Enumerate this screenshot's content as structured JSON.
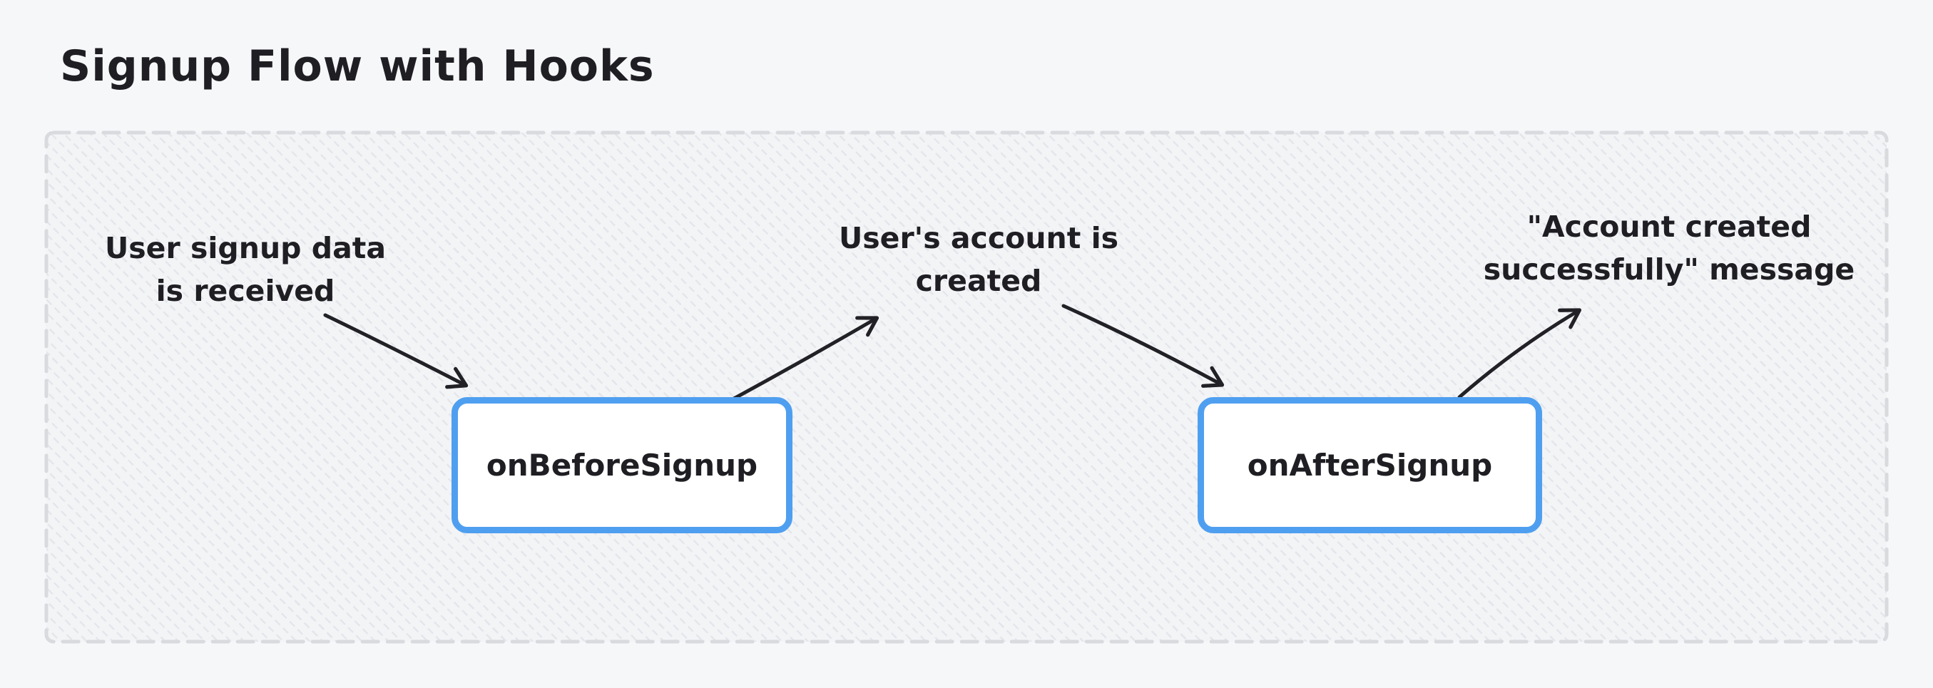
{
  "title": "Signup Flow with Hooks",
  "diagram": {
    "annotations": [
      {
        "id": "signup-data-received",
        "text": "User signup data\nis received"
      },
      {
        "id": "account-created",
        "text": "User's account is\ncreated"
      },
      {
        "id": "success-message",
        "text": "\"Account created\nsuccessfully\" message"
      }
    ],
    "nodes": [
      {
        "id": "on-before-signup",
        "label": "onBeforeSignup"
      },
      {
        "id": "on-after-signup",
        "label": "onAfterSignup"
      }
    ],
    "edges": [
      {
        "from": "signup-data-received",
        "to": "on-before-signup"
      },
      {
        "from": "on-before-signup",
        "to": "account-created"
      },
      {
        "from": "account-created",
        "to": "on-after-signup"
      },
      {
        "from": "on-after-signup",
        "to": "success-message"
      }
    ],
    "colors": {
      "page_background": "#f6f7f9",
      "boundary_dash": "#d8dade",
      "hatch_line": "#e4e6eb",
      "node_border": "#4f9ff0",
      "node_fill": "#ffffff",
      "arrow": "#212126",
      "text": "#1e1e23"
    }
  }
}
